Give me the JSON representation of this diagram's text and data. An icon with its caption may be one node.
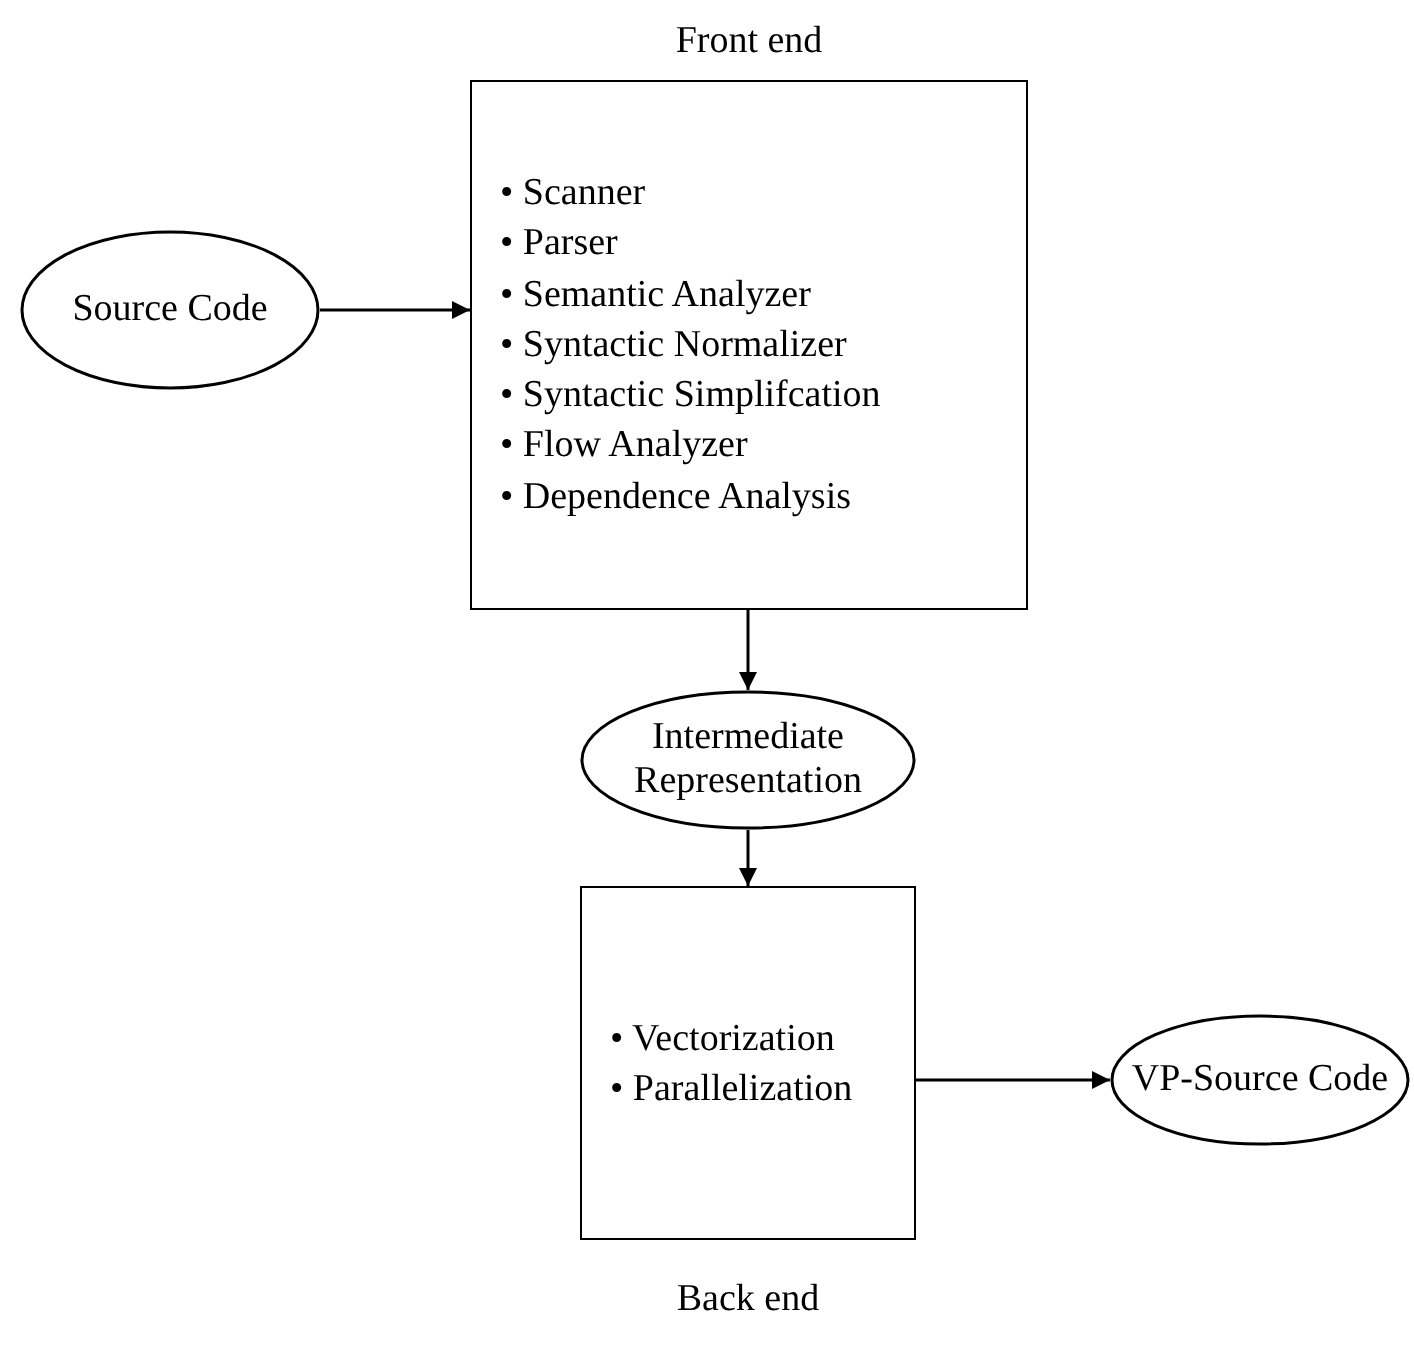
{
  "diagram": {
    "nodes": [
      {
        "text": [
          "Source Code"
        ]
      },
      {
        "text": [
          "Front end",
          "• Scanner",
          "• Parser",
          "• Semantic Analyzer",
          "• Syntactic Normalizer",
          "• Syntactic Simplifcation",
          "• Flow Analyzer",
          "• Dependence Analysis"
        ]
      },
      {
        "text": [
          "Intermediate Representation"
        ]
      },
      {
        "text": [
          "• Vectorization",
          "• Parallelization",
          "Back end"
        ]
      },
      {
        "text": [
          "VP-Source Code"
        ]
      }
    ],
    "edges": [
      {
        "from": 0,
        "to": 1,
        "arrow": "to"
      },
      {
        "from": 1,
        "to": 2,
        "arrow": "to"
      },
      {
        "from": 2,
        "to": 3,
        "arrow": "to"
      },
      {
        "from": 3,
        "to": 4,
        "arrow": "to"
      }
    ]
  }
}
